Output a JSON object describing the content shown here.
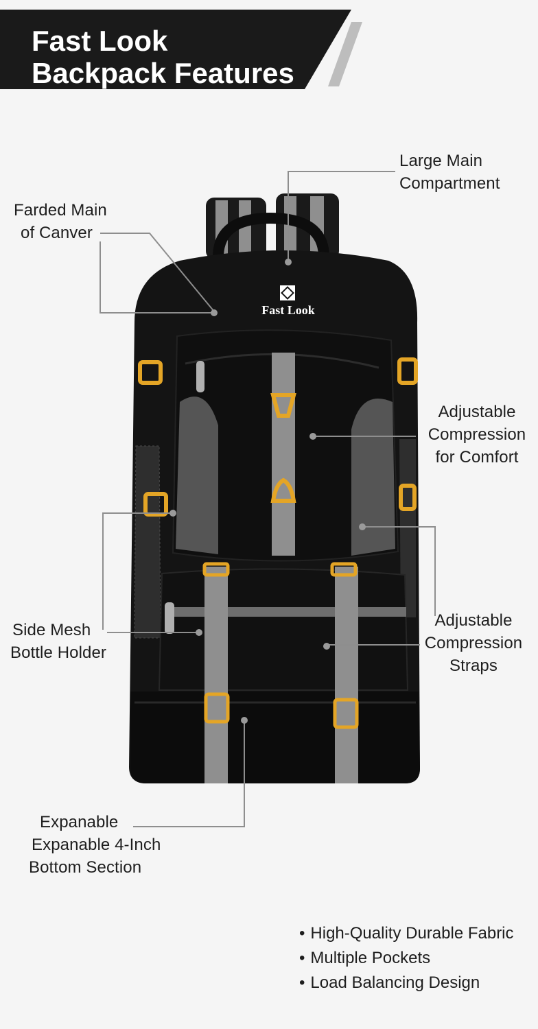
{
  "banner": {
    "title_line1": "Fast Look",
    "title_line2": "Backpack Features",
    "bg_color": "#1a1a1a",
    "stripe_color": "#bdbdbd"
  },
  "product": {
    "brand_label": "Fast Look",
    "body_color": "#141414",
    "panel_color": "#555555",
    "strap_color": "#8f8f8f",
    "buckle_color": "#e4a526"
  },
  "callouts": {
    "large_main": [
      "Large Main",
      "Compartment"
    ],
    "farded_main": [
      "Farded Main",
      "of Canver"
    ],
    "adjustable_comfort": [
      "Adjustable",
      "Compression",
      "for Comfort"
    ],
    "side_mesh": [
      "Side Mesh",
      "Bottle Holder"
    ],
    "adjustable_straps": [
      "Adjustable",
      "Compression",
      "Straps"
    ],
    "expanable": [
      "Expanable",
      "Expanable 4-Inch",
      "Bottom Section"
    ]
  },
  "features": [
    "High-Quality Durable Fabric",
    "Multiple Pockets",
    "Load Balancing Design"
  ]
}
